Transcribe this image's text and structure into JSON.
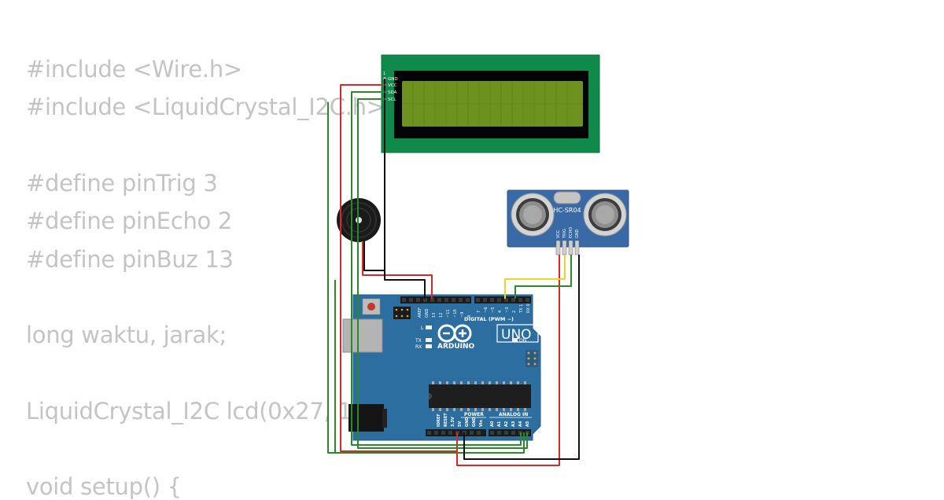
{
  "code": {
    "lines": [
      "#include <Wire.h>",
      "#include <LiquidCrystal_I2C.h>",
      "",
      "#define pinTrig 3",
      "#define pinEcho 2",
      "#define pinBuz 13",
      "",
      "long waktu, jarak;",
      "",
      "LiquidCrystal_I2C lcd(0x27, 16, 2);",
      "",
      "void setup() {"
    ]
  },
  "lcd": {
    "pins": [
      "GND",
      "VCC",
      "SDA",
      "SCL"
    ],
    "pin1_label": "1"
  },
  "sensor": {
    "label": "HC-SR04",
    "pins": [
      "VCC",
      "TRIG",
      "ECHO",
      "GND"
    ]
  },
  "arduino": {
    "brand": "ARDUINO",
    "model": "UNO",
    "digital_label": "DIGITAL (PWM ~)",
    "power_label": "POWER",
    "analog_label": "ANALOG IN",
    "on_label": "ON",
    "led_l": "L",
    "led_tx": "TX",
    "led_rx": "RX",
    "top_pins": [
      "AREF",
      "GND",
      "13",
      "12",
      "~11",
      "~10",
      "~9",
      "8",
      "7",
      "~6",
      "~5",
      "4",
      "~3",
      "2",
      "TX 1",
      "RX 0"
    ],
    "bottom_pins": [
      "IOREF",
      "RESET",
      "3.3V",
      "5V",
      "GND",
      "GND",
      "Vin",
      "A0",
      "A1",
      "A2",
      "A3",
      "A4",
      "A5"
    ]
  },
  "colors": {
    "code_text": "#c4c4c4",
    "board_blue": "#2c6ea0",
    "lcd_green": "#0f8a4a",
    "lcd_screen": "#6b8e1a",
    "sensor_blue": "#3a6aa6",
    "wire_red": "#d62a2a",
    "wire_black": "#111111",
    "wire_green": "#2a8a2a",
    "wire_yellow": "#e8d82a"
  }
}
